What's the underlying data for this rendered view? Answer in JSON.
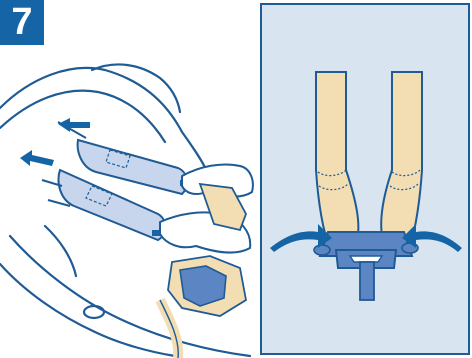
{
  "step": {
    "number": "7"
  },
  "colors": {
    "badge": "#1565a6",
    "outline": "#1f5b94",
    "panel_background": "#d9e4f1",
    "strap": "#f3ddb3",
    "buckle": "#5b86c3",
    "arrow": "#1565a6",
    "pad": "#c7d6ec"
  },
  "panels": [
    {
      "id": "left",
      "depicts": "two-shoulder-pads-slid-onto-harness-straps"
    },
    {
      "id": "right",
      "depicts": "harness-straps-fastened-into-crotch-buckle"
    }
  ]
}
